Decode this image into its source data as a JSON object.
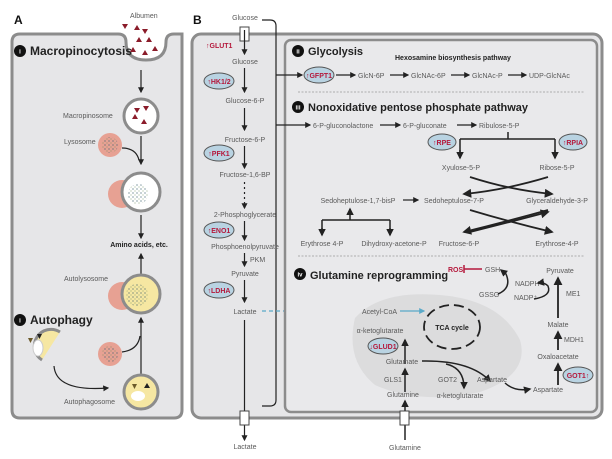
{
  "panels": {
    "A": {
      "letter": "A",
      "macropinocytosis": {
        "number": "i",
        "title": "Macropinocytosis",
        "labels": {
          "albumen": "Albumen",
          "macropinosome": "Macropinosome",
          "lysosome": "Lysosome",
          "output": "Amino acids, etc."
        }
      },
      "autophagy": {
        "number": "i",
        "title": "Autophagy",
        "labels": {
          "autolysosome": "Autolysosome",
          "autophagosome": "Autophagosome"
        }
      }
    },
    "B": {
      "letter": "B",
      "glycolysis_column": {
        "outside_top": "Glucose",
        "transporter": "GLUT1",
        "steps": [
          "Glucose",
          "Glucose-6-P",
          "Fructose-6-P",
          "Fructose-1,6-BP",
          "2-Phosphoglycerate",
          "Phosphoenolpyruvate",
          "Pyruvate",
          "Lactate"
        ],
        "enzymes": [
          {
            "name": "HK1/2",
            "direction": "up"
          },
          {
            "name": "PFK1",
            "direction": "up"
          },
          {
            "name": "ENO1",
            "direction": "up"
          },
          {
            "name": "LDHA",
            "direction": "up"
          }
        ],
        "pkm": "PKM",
        "outside_bottom": "Lactate"
      },
      "glycolysis": {
        "number": "ii",
        "title": "Glycolysis",
        "subtitle": "Hexosamine biosynthesis pathway",
        "enzyme": {
          "name": "GFPT1",
          "direction": "up"
        },
        "steps": [
          "GlcN-6P",
          "GlcNAc-6P",
          "GlcNAc-P",
          "UDP-GlcNAc"
        ]
      },
      "ppp": {
        "number": "iii",
        "title": "Nonoxidative pentose phosphate pathway",
        "top_steps": [
          "6-P-gluconolactone",
          "6-P-gluconate",
          "Ribulose-5-P"
        ],
        "enzymes": [
          {
            "name": "RPE",
            "direction": "up"
          },
          {
            "name": "RPIA",
            "direction": "up"
          }
        ],
        "xylulose": "Xyulose-5-P",
        "ribose": "Ribose-5-P",
        "sedo_bis": "Sedoheptulose-1,7-bisP",
        "sedo7": "Sedoheptulose-7-P",
        "glyceraldehyde": "Glyceraldehyde-3-P",
        "erythrose_left": "Erythrose 4-P",
        "dhap": "Dihydroxy-acetone-P",
        "fructose": "Fructose-6-P",
        "erythrose_right": "Erythrose-4-P"
      },
      "glutamine": {
        "number": "iv",
        "title": "Glutamine reprogramming",
        "ros": "ROS",
        "gsh": "GSH",
        "gssg": "GSSG",
        "nadph": "NADPH",
        "nadp": "NADP⁺",
        "me1": "ME1",
        "pyruvate": "Pyruvate",
        "malate": "Malate",
        "mdh1": "MDH1",
        "oxaloacetate": "Oxaloacetate",
        "got1": {
          "name": "GOT1",
          "direction": "up"
        },
        "aspartate_right": "Aspartate",
        "acetyl_coa": "Acetyl-CoA",
        "tca": "TCA cycle",
        "akg_top": "α-ketoglutarate",
        "glud1": {
          "name": "GLUD1",
          "direction": "down"
        },
        "glutamate": "Glutamate",
        "gls1": "GLS1",
        "glutamine_in": "Glutamine",
        "got2": "GOT2",
        "aspartate_mid": "Aspartate",
        "akg_bottom": "α-ketoglutarate",
        "outside_bottom": "Glutamine"
      }
    }
  },
  "colors": {
    "panel_bg": "#e6e6e8",
    "panel_border": "#8c8c8c",
    "enzyme_fill": "#b9d3e2",
    "enzyme_text": "#b5193c",
    "albumen": "#8b1c2a",
    "lysosome": "#e7a193",
    "autophagy": "#f6e7a2",
    "dashed_link": "#5aa9c8"
  }
}
